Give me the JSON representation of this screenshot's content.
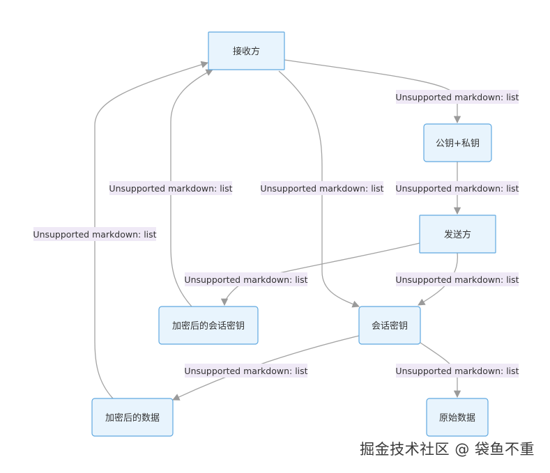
{
  "nodes": {
    "receiver": "接收方",
    "keypair": "公钥+私钥",
    "sender": "发送方",
    "encrypted_session_key": "加密后的会话密钥",
    "session_key": "会话密钥",
    "encrypted_data": "加密后的数据",
    "raw_data": "原始数据"
  },
  "edge_labels": {
    "receiver_to_keypair": "Unsupported markdown: list",
    "keypair_to_sender": "Unsupported markdown: list",
    "sender_to_encrypted_session_key": "Unsupported markdown: list",
    "sender_to_session_key": "Unsupported markdown: list",
    "receiver_to_session_key": "Unsupported markdown: list",
    "encrypted_session_key_to_receiver": "Unsupported markdown: list",
    "encrypted_data_to_receiver": "Unsupported markdown: list",
    "session_key_to_encrypted_data": "Unsupported markdown: list",
    "session_key_to_raw_data": "Unsupported markdown: list"
  },
  "watermark": "掘金技术社区 @ 袋鱼不重"
}
